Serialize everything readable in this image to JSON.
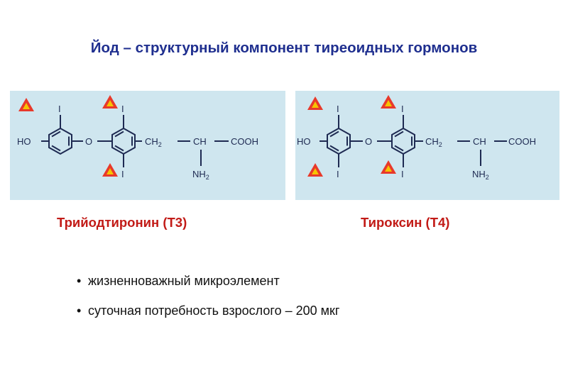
{
  "title": "Йод – структурный компонент тиреоидных гормонов",
  "colors": {
    "title": "#1f2f8f",
    "compound_name": "#c21b17",
    "panel_bg": "#cfe6ef",
    "bond": "#1e2a52",
    "marker_fill": "#e8392a",
    "marker_inner": "#f6c400"
  },
  "icons": [
    "iodine-marker-icon"
  ],
  "compounds": [
    {
      "name": "Трийодтиронин (Т3)",
      "labels": {
        "ho": "HO",
        "o": "O",
        "iodine": "I",
        "ch2": "CH",
        "ch2_sub": "2",
        "ch": "CH",
        "cooh": "COOH",
        "nh2": "NH",
        "nh2_sub": "2"
      }
    },
    {
      "name": "Тироксин (Т4)",
      "labels": {
        "ho": "HO",
        "o": "O",
        "iodine": "I",
        "ch2": "CH",
        "ch2_sub": "2",
        "ch": "CH",
        "cooh": "COOH",
        "nh2": "NH",
        "nh2_sub": "2"
      }
    }
  ],
  "bullets": [
    "жизненноважный микроэлемент",
    "суточная потребность взрослого – 200 мкг"
  ]
}
